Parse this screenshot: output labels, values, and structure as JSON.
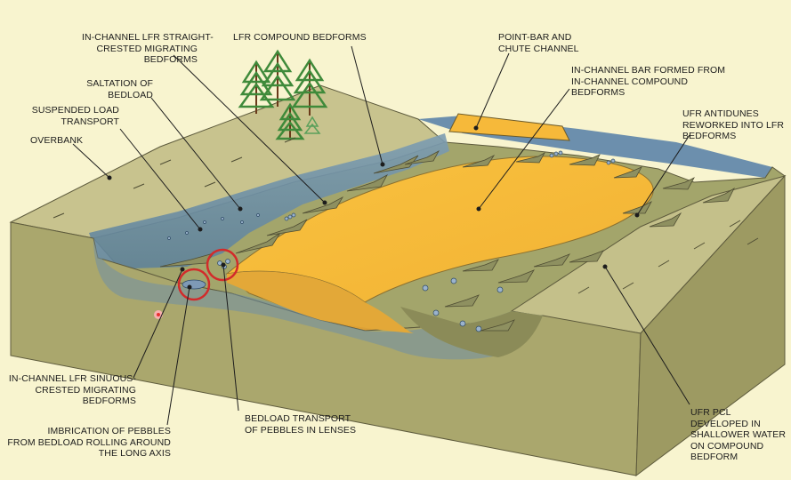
{
  "colors": {
    "background": "#f8f4cf",
    "block_front": "#a9a66c",
    "block_top": "#c4c08a",
    "water": "#6f90a6",
    "bar_sand": "#f7bd3a",
    "bar_sand_dark": "#dca138",
    "channel_bed": "#9c9d64",
    "highlight_circle": "#d22b2b"
  },
  "labels": {
    "in_channel_lfr_straight": "IN-CHANNEL LFR STRAIGHT-\nCRESTED MIGRATING\nBEDFORMS",
    "lfr_compound": "LFR COMPOUND BEDFORMS",
    "point_bar": "POINT-BAR AND\nCHUTE CHANNEL",
    "saltation": "SALTATION OF\nBEDLOAD",
    "in_channel_bar": "IN-CHANNEL BAR FORMED FROM\nIN-CHANNEL COMPOUND\nBEDFORMS",
    "suspended": "SUSPENDED LOAD\nTRANSPORT",
    "overbank": "OVERBANK",
    "ufr_antidunes": "UFR ANTIDUNES\nREWORKED INTO LFR\nBEDFORMS",
    "in_channel_lfr_sinuous": "IN-CHANNEL LFR SINUOUS-\nCRESTED MIGRATING\nBEDFORMS",
    "imbrication": "IMBRICATION OF PEBBLES\nFROM BEDLOAD ROLLING AROUND\nTHE LONG AXIS",
    "bedload_transport": "BEDLOAD TRANSPORT\nOF PEBBLES IN LENSES",
    "ufr_pcl": "UFR PCL\nDEVELOPED IN\nSHALLOWER WATER\nON COMPOUND\nBEDFORM"
  }
}
